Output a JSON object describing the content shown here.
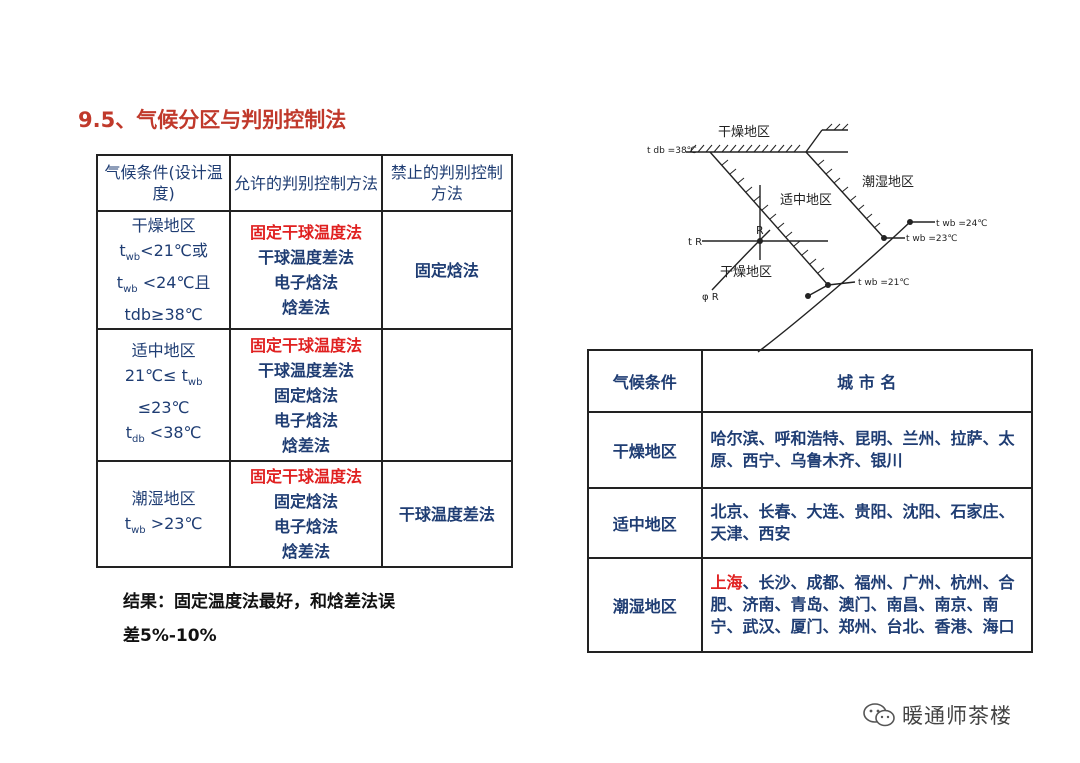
{
  "title": "9.5、气候分区与判别控制法",
  "table1": {
    "headers": [
      "气候条件(设计温度)",
      "允许的判别控制方法",
      "禁止的判别控制方法"
    ],
    "rows": [
      {
        "condition": [
          "干燥地区",
          "t_wb<21℃或",
          "t_wb <24℃且",
          "tdb≥38℃"
        ],
        "allowed_red": "固定干球温度法",
        "allowed": [
          "干球温度差法",
          "电子焓法",
          "焓差法"
        ],
        "forbidden": "固定焓法"
      },
      {
        "condition": [
          "适中地区",
          "21℃≤ t_wb",
          "≤23℃",
          "t_db <38℃"
        ],
        "allowed_red": "固定干球温度法",
        "allowed": [
          "干球温度差法",
          "固定焓法",
          "电子焓法",
          "焓差法"
        ],
        "forbidden": ""
      },
      {
        "condition": [
          "潮湿地区",
          "t_wb >23℃"
        ],
        "allowed_red": "固定干球温度法",
        "allowed": [
          "固定焓法",
          "电子焓法",
          "焓差法"
        ],
        "forbidden": "干球温度差法"
      }
    ]
  },
  "result": {
    "line1": "结果：固定温度法最好，和焓差法误",
    "line2": "差5%-10%"
  },
  "diagram": {
    "dry_top": "干燥地区",
    "humid": "潮湿地区",
    "moderate": "适中地区",
    "dry_bottom": "干燥地区",
    "tdb38": "t db =38℃",
    "twb24": "t wb =24℃",
    "twb23": "t wb =23℃",
    "twb21": "t wb =21℃",
    "tR": "t R",
    "phiR": "φ R",
    "R": "R"
  },
  "table2": {
    "headers": [
      "气候条件",
      "城 市 名"
    ],
    "rows": [
      {
        "condition": "干燥地区",
        "cities_red": "",
        "cities": "哈尔滨、呼和浩特、昆明、兰州、拉萨、太原、西宁、乌鲁木齐、银川"
      },
      {
        "condition": "适中地区",
        "cities_red": "",
        "cities": "北京、长春、大连、贵阳、沈阳、石家庄、天津、西安"
      },
      {
        "condition": "潮湿地区",
        "cities_red": "上海",
        "cities": "、长沙、成都、福州、广州、杭州、合肥、济南、青岛、澳门、南昌、南京、南宁、武汉、厦门、郑州、台北、香港、海口"
      }
    ]
  },
  "watermark": "暖通师茶楼",
  "colors": {
    "title": "#c0392b",
    "highlight": "#e02020",
    "text": "#1f3d73"
  }
}
